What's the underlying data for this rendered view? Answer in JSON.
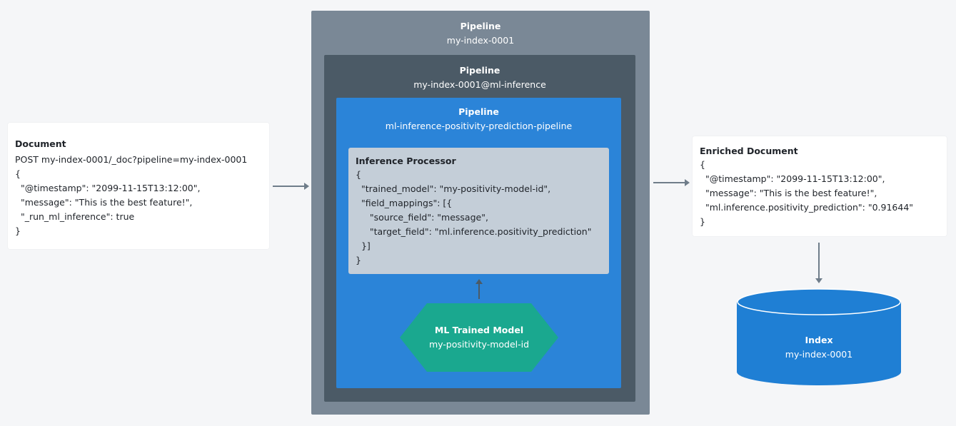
{
  "document": {
    "title": "Document",
    "lines": [
      "POST my-index-0001/_doc?pipeline=my-index-0001",
      "{",
      "  \"@timestamp\": \"2099-11-15T13:12:00\",",
      "  \"message\": \"This is the best feature!\",",
      "  \"_run_ml_inference\": true",
      "}"
    ]
  },
  "outer_pipeline": {
    "heading": "Pipeline",
    "name": "my-index-0001"
  },
  "middle_pipeline": {
    "heading": "Pipeline",
    "name": "my-index-0001@ml-inference"
  },
  "inner_pipeline": {
    "heading": "Pipeline",
    "name": "ml-inference-positivity-prediction-pipeline"
  },
  "processor": {
    "title": "Inference Processor",
    "lines": [
      "{",
      "  \"trained_model\": \"my-positivity-model-id\",",
      "  \"field_mappings\": [{",
      "     \"source_field\": \"message\",",
      "     \"target_field\": \"ml.inference.positivity_prediction\"",
      "  }]",
      "}"
    ]
  },
  "model": {
    "heading": "ML Trained Model",
    "name": "my-positivity-model-id"
  },
  "enriched": {
    "title": "Enriched Document",
    "lines": [
      "{",
      "  \"@timestamp\": \"2099-11-15T13:12:00\",",
      "  \"message\": \"This is the best feature!\",",
      "  \"ml.inference.positivity_prediction\": \"0.91644\"",
      "}"
    ]
  },
  "index": {
    "heading": "Index",
    "name": "my-index-0001"
  },
  "colors": {
    "outer": "#7a8896",
    "middle": "#4b5a66",
    "inner": "#2b84d8",
    "processor": "#c4ced8",
    "model": "#1aa88f",
    "index": "#1f7fd4",
    "arrow": "#6f7d8a"
  }
}
